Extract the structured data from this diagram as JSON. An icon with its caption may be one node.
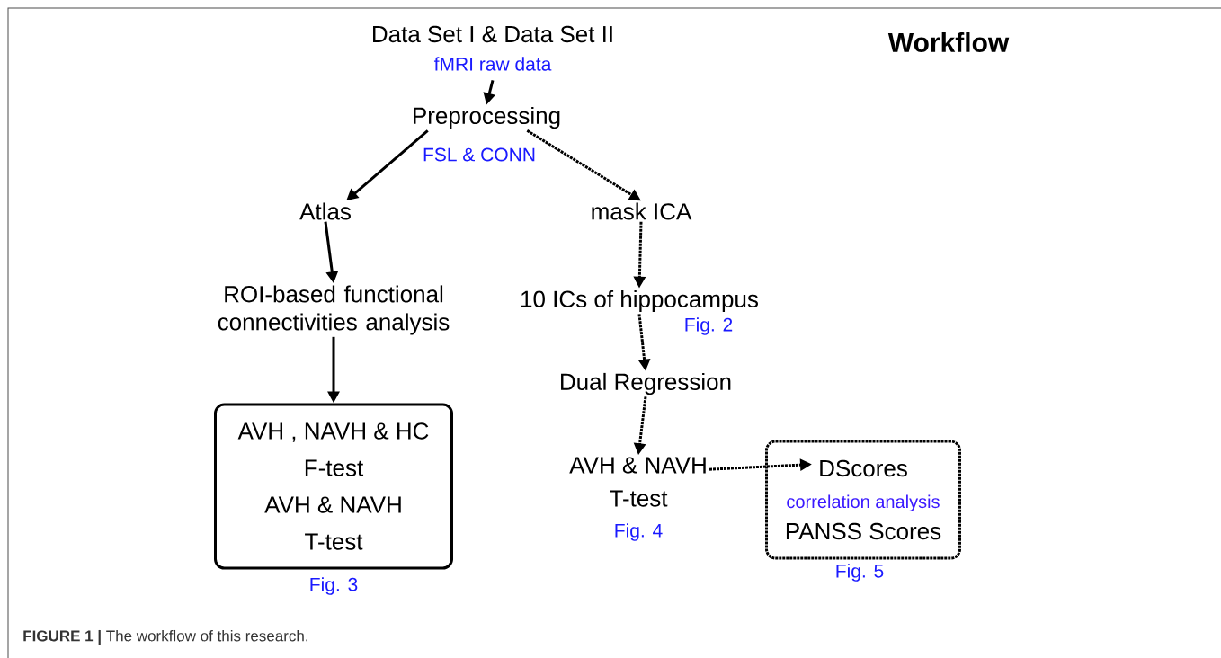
{
  "diagram": {
    "title": "Workflow",
    "caption": "**FIGURE 1 |** The workflow of this research.",
    "nodes": [
      {
        "text": [
          "Data Set I & Data Set II"
        ],
        "beside": [
          "fMRI raw data"
        ]
      },
      {
        "text": [
          "Preprocessing"
        ],
        "beside": [
          "FSL & CONN"
        ]
      },
      {
        "text": [
          "Atlas"
        ]
      },
      {
        "text": [
          "mask ICA"
        ]
      },
      {
        "text": [
          "ROI-based functional connectivities analysis"
        ]
      },
      {
        "text": [
          "10 ICs of hippocampus"
        ],
        "beside": [
          "Fig. 2"
        ]
      },
      {
        "text": [
          "Dual Regression"
        ]
      },
      {
        "text": [
          "AVH , NAVH & HC",
          "F-test",
          "AVH & NAVH",
          "T-test"
        ],
        "beside": [
          "Fig. 3"
        ]
      },
      {
        "text": [
          "AVH & NAVH",
          "T-test"
        ],
        "beside": [
          "Fig. 4"
        ]
      },
      {
        "text": [
          "DScores",
          "correlation analysis",
          "PANSS Scores"
        ],
        "beside": [
          "Fig. 5"
        ]
      }
    ],
    "edges": [
      {
        "from": 0,
        "to": 1,
        "arrow": "to"
      },
      {
        "from": 1,
        "to": 2,
        "arrow": "to"
      },
      {
        "from": 1,
        "to": 3,
        "arrow": "to",
        "style": "dashed"
      },
      {
        "from": 2,
        "to": 4,
        "arrow": "to"
      },
      {
        "from": 3,
        "to": 5,
        "arrow": "to",
        "style": "dashed"
      },
      {
        "from": 4,
        "to": 7,
        "arrow": "to"
      },
      {
        "from": 5,
        "to": 6,
        "arrow": "to",
        "style": "dashed"
      },
      {
        "from": 6,
        "to": 8,
        "arrow": "to",
        "style": "dashed"
      },
      {
        "from": 8,
        "to": 9,
        "arrow": "to",
        "style": "dashed"
      }
    ]
  }
}
